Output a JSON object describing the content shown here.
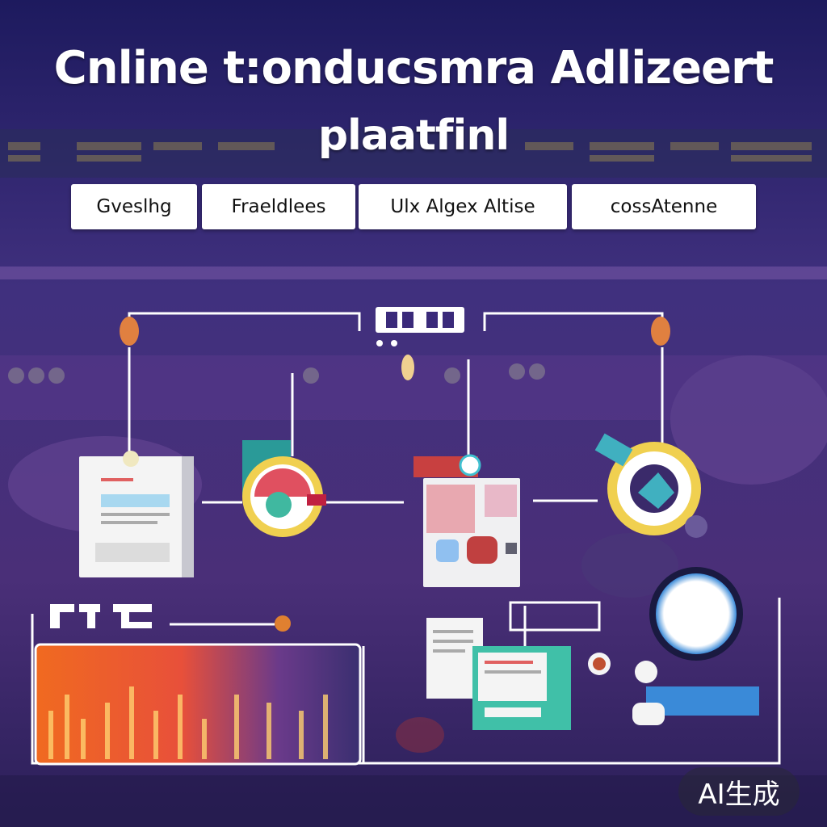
{
  "title": {
    "line1": "Cnline t:onducsmra Adlizeert",
    "line2": "plaatfinl"
  },
  "tabs": [
    {
      "label": "Gveslhg"
    },
    {
      "label": "Fraeldlees"
    },
    {
      "label": "Ulx Algex Altise"
    },
    {
      "label": "cossAtenne"
    }
  ],
  "badge": {
    "text": "AI生成"
  },
  "colors": {
    "background": "#3a2a7a",
    "line": "#ffffff",
    "accent_orange": "#e0702a",
    "accent_teal": "#2fb8a8",
    "accent_yellow": "#f0d050"
  },
  "icons": [
    "server-rack-icon",
    "document-panel-icon",
    "gauge-icon",
    "dashboard-panel-icon",
    "wheel-badge-icon",
    "circle-screen-icon",
    "analytics-window-icon",
    "file-stack-icon"
  ]
}
